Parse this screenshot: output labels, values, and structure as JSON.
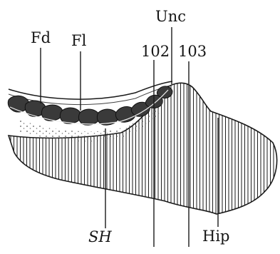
{
  "figure": {
    "labels": {
      "fd": "Fd",
      "fl": "Fl",
      "unc": "Unc",
      "n102": "102",
      "n103": "103",
      "sh": "SH",
      "hip": "Hip"
    }
  }
}
